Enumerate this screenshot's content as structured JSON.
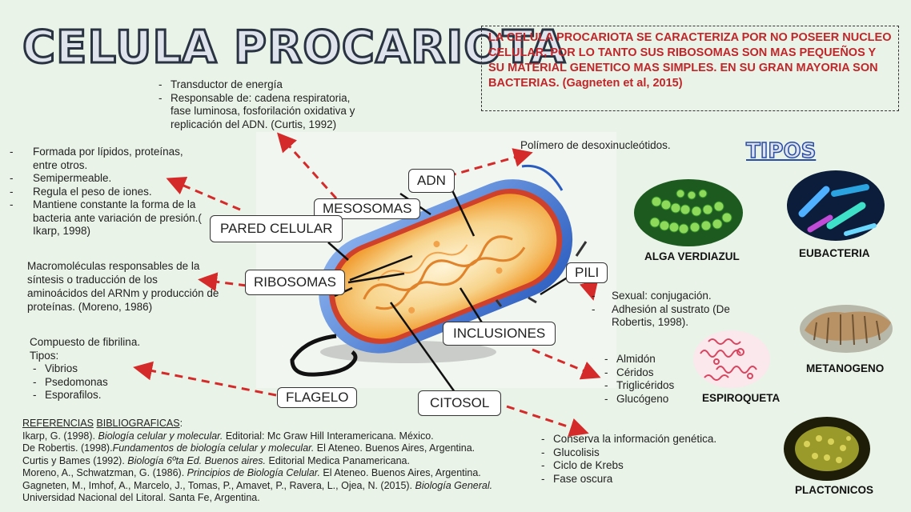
{
  "title": "CELULA PROCARIOTA",
  "intro": "LA CELULA PROCARIOTA SE CARACTERIZA POR NO POSEER NUCLEO CELULAR, POR LO TANTO SUS RIBOSOMAS SON MAS PEQUEÑOS Y SU MATERIAL GENETICO MAS SIMPLES. EN SU GRAN MAYORIA SON BACTERIAS. (Gagneten et al, 2015)",
  "labels": {
    "adn": "ADN",
    "mesosomas": "MESOSOMAS",
    "pared": "PARED CELULAR",
    "ribosomas": "RIBOSOMAS",
    "pili": "PILI",
    "inclusiones": "INCLUSIONES",
    "flagelo": "FLAGELO",
    "citosol": "CITOSOL"
  },
  "notes": {
    "mesosomas": [
      "Transductor de energía",
      "Responsable de: cadena respiratoria, fase luminosa, fosforilación oxidativa y replicación del ADN. (Curtis, 1992)"
    ],
    "pared": [
      "Formada por lípidos, proteínas, entre otros.",
      "Semipermeable.",
      "Regula el peso de iones.",
      "Mantiene constante la forma de la bacteria ante variación de presión.( Ikarp, 1998)"
    ],
    "ribosomas": "Macromoléculas responsables de la síntesis o traducción de los aminoácidos del ARNm y producción de proteínas. (Moreno, 1986)",
    "flagelo_intro": "Compuesto de fibrilina.",
    "flagelo_tipos": "Tipos:",
    "flagelo_items": [
      "Vibrios",
      "Psedomonas",
      "Esporafilos."
    ],
    "adn": "Polímero de desoxinucleótidos.",
    "pili": [
      "Sexual: conjugación.",
      "Adhesión al sustrato (De Robertis, 1998)."
    ],
    "inclusiones": [
      "Almidón",
      "Céridos",
      "Triglicéridos",
      "Glucógeno"
    ],
    "citosol": [
      "Conserva la información genética.",
      "Glucolisis",
      "Ciclo de Krebs",
      "Fase oscura"
    ]
  },
  "tipos": {
    "heading": "TIPOS",
    "items": [
      "ALGA VERDIAZUL",
      "EUBACTERIA",
      "METANOGENO",
      "ESPIROQUETA",
      "PLACTONICOS"
    ]
  },
  "references": {
    "heading_a": "REFERENCIAS",
    "heading_b": "BIBLIOGRAFICAS",
    "heading_c": ":",
    "items": [
      {
        "a": "Ikarp, G. (1998). ",
        "i": "Biología celular y molecular.",
        "b": " Editorial: Mc Graw Hill Interamericana. México."
      },
      {
        "a": "De Robertis. (1998).",
        "i": "Fundamentos de biología celular y molecular.",
        "b": " El Ateneo. Buenos Aires, Argentina."
      },
      {
        "a": "Curtis y Bames (1992). ",
        "i": "Biología 6ºta Ed. Buenos aires.",
        "b": " Editorial Medica Panamericana."
      },
      {
        "a": "Moreno, A., Schwatzman, G. (1986). ",
        "i": "Principios de Biología Celular.",
        "b": " El Ateneo. Buenos Aires, Argentina."
      },
      {
        "a": "Gagneten, M., Imhof, A., Marcelo, J., Tomas, P., Amavet, P., Ravera, L., Ojea, N. (2015). ",
        "i": "Biología General.",
        "b": ""
      },
      {
        "a": "Universidad Nacional del Litoral. Santa Fe, Argentina.",
        "i": "",
        "b": ""
      }
    ]
  },
  "colors": {
    "background": "#e9f3e7",
    "intro_text": "#c0262a",
    "arrow": "#d42a2a",
    "title_outline": "#2a3342",
    "tipos_outline": "#2a4ea8"
  }
}
